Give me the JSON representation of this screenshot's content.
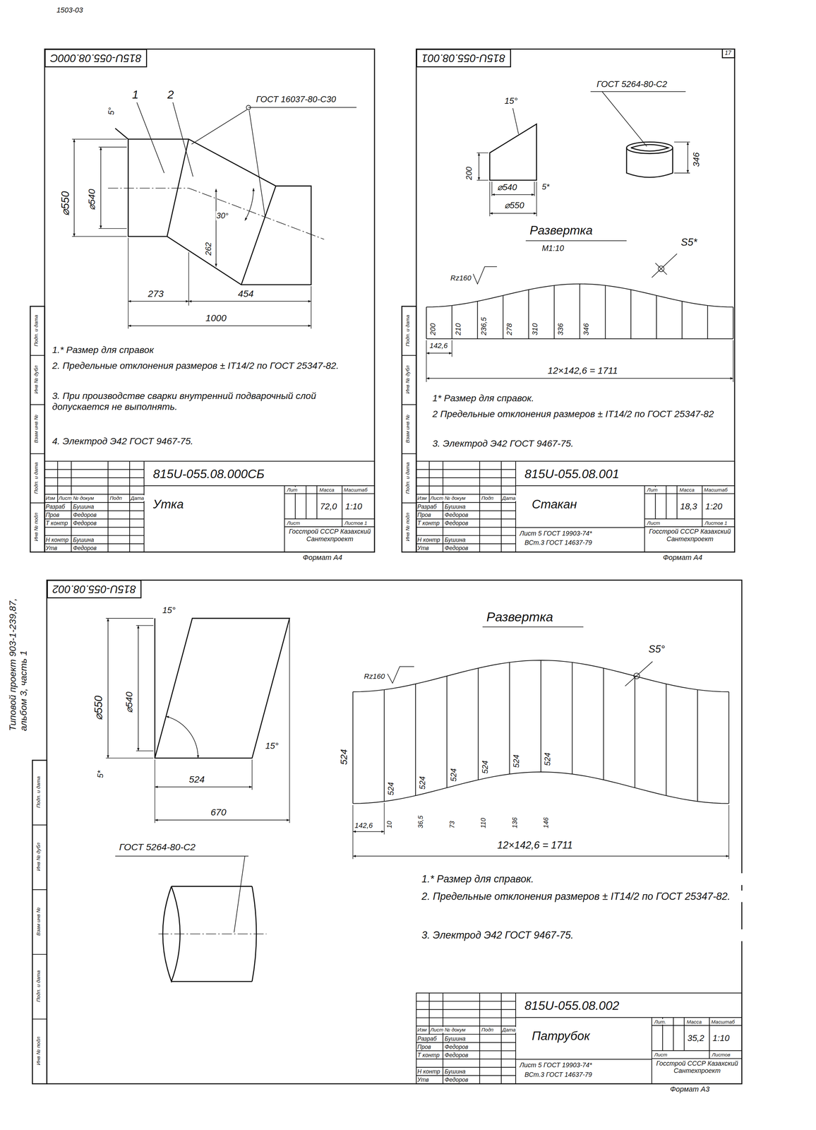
{
  "diagram": {
    "nodes": [
      {
        "text": [
          "815U-055.08.000С"
        ]
      },
      {
        "text": [
          "815U-055.08.001"
        ]
      },
      {
        "text": [
          "815U-055.08.002"
        ]
      }
    ],
    "labels": [
      "1503-03",
      "Типовой проект 903-1-239,87, альбом 3, часть 1",
      "1",
      "2",
      "ГОСТ 16037-80-С30",
      "5°",
      "⌀550",
      "⌀540",
      "30°",
      "262",
      "273",
      "454",
      "1000",
      "1.* Размер для справок",
      "2. Предельные отклонения размеров ± IT14/2 по ГОСТ 25347-82.",
      "3. При производстве сварки внутренний подварочный слой допускается не выполнять.",
      "4. Электрод Э42 ГОСТ 9467-75.",
      "815U-055.08.000СБ",
      "Изм",
      "Лист",
      "№ докум",
      "Подп",
      "Дата",
      "Разраб",
      "Бушина",
      "Пров",
      "Федоров",
      "Т контр",
      "Федоров",
      "Н контр",
      "Бушина",
      "Утв",
      "Федоров",
      "Утка",
      "Лит",
      "Масса",
      "Масштаб",
      "72,0",
      "1:10",
      "Лист",
      "Листов 1",
      "Госстрой СССР Казахский Сантехпроект",
      "Формат А4",
      "Подп. и дата",
      "Инв № дубл",
      "Взам инв №",
      "Подп. и дата",
      "Инв № подл",
      "17",
      "15°",
      "200",
      "⌀540",
      "5*",
      "⌀550",
      "ГОСТ 5264-80-С2",
      "346",
      "Развертка",
      "М1:10",
      "S5*",
      "Rz160",
      "200",
      "210",
      "236,5",
      "278",
      "310",
      "336",
      "346",
      "142,6",
      "12×142,6 = 1711",
      "1* Размер для справок.",
      "2 Предельные отклонения размеров ± IT14/2 по ГОСТ 25347-82",
      "3. Электрод Э42 ГОСТ 9467-75.",
      "815U-055.08.001",
      "Изм",
      "Лист",
      "№ докум",
      "Подп",
      "Дата",
      "Разраб",
      "Бушина",
      "Пров",
      "Федоров",
      "Т контр",
      "Федоров",
      "Н контр",
      "Бушина",
      "Утв",
      "Федоров",
      "Стакан",
      "Лист 5 ГОСТ 19903-74*",
      "ВСт.3 ГОСТ 14637-79",
      "Лит",
      "Масса",
      "Масштаб",
      "18,3",
      "1:20",
      "Лист",
      "Листов 1",
      "Госстрой СССР Казахский Сантехпроект",
      "Формат А4",
      "Подп. и дата",
      "Инв № дубл",
      "Взам инв №",
      "Подп. и дата",
      "Инв № подл",
      "15°",
      "⌀550",
      "⌀540",
      "15°",
      "5*",
      "524",
      "670",
      "ГОСТ 5264-80-С2",
      "Развертка",
      "S5°",
      "Rz160",
      "524",
      "524",
      "524",
      "524",
      "524",
      "524",
      "524",
      "10",
      "36,5",
      "73",
      "110",
      "136",
      "146",
      "142,6",
      "12×142,6 = 1711",
      "1.* Размер для справок.",
      "2. Предельные отклонения размеров ± IT14/2 по ГОСТ 25347-82.",
      "3. Электрод Э42 ГОСТ 9467-75.",
      "815U-055.08.002",
      "Изм",
      "Лист",
      "№ докум",
      "Подп",
      "Дата",
      "Разраб",
      "Бушина",
      "Пров",
      "Федоров",
      "Т контр",
      "Федоров",
      "Н контр",
      "Бушина",
      "Утв",
      "Федоров",
      "Патрубок",
      "Лист 5 ГОСТ 19903-74*",
      "ВСт.3 ГОСТ 14637-79",
      "Лит.",
      "Масса",
      "Масштаб",
      "35,2",
      "1:10",
      "Лист",
      "Листов",
      "Госстрой СССР Казахский Сантехпроект",
      "Формат А3",
      "Подп. и дата",
      "Инв № дубл",
      "Взам инв №",
      "Подп. и дата",
      "Инв № подл"
    ]
  }
}
